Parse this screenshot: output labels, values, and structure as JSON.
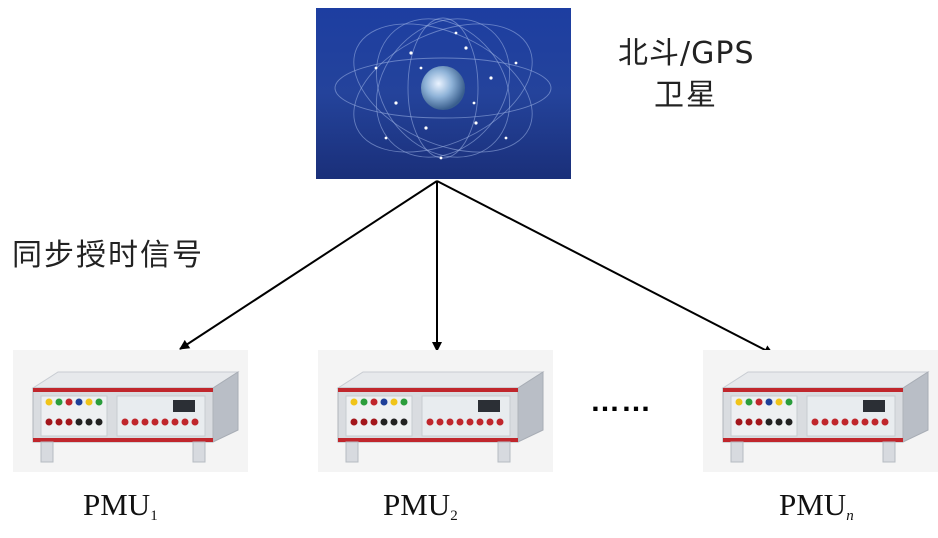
{
  "satellite_label": {
    "line1": "北斗/GPS",
    "line2": "卫星"
  },
  "sync_label": "同步授时信号",
  "ellipsis": "……",
  "pmus": [
    {
      "base": "PMU",
      "sub": "1"
    },
    {
      "base": "PMU",
      "sub": "2"
    },
    {
      "base": "PMU",
      "sub": "n"
    }
  ]
}
